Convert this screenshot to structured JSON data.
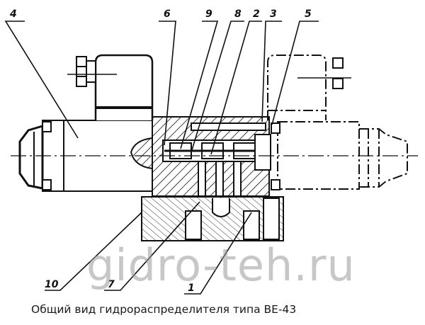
{
  "figure": {
    "caption": "Общий вид гидрораспределителя типа ВЕ-43",
    "watermark": "gidro-teh.ru",
    "callouts": [
      {
        "label": "4"
      },
      {
        "label": "6"
      },
      {
        "label": "9"
      },
      {
        "label": "8"
      },
      {
        "label": "2"
      },
      {
        "label": "3"
      },
      {
        "label": "5"
      },
      {
        "label": "10"
      },
      {
        "label": "7"
      },
      {
        "label": "1"
      }
    ],
    "colors": {
      "line": "#111111",
      "background": "#ffffff",
      "watermark": "#9a9a9a"
    }
  }
}
